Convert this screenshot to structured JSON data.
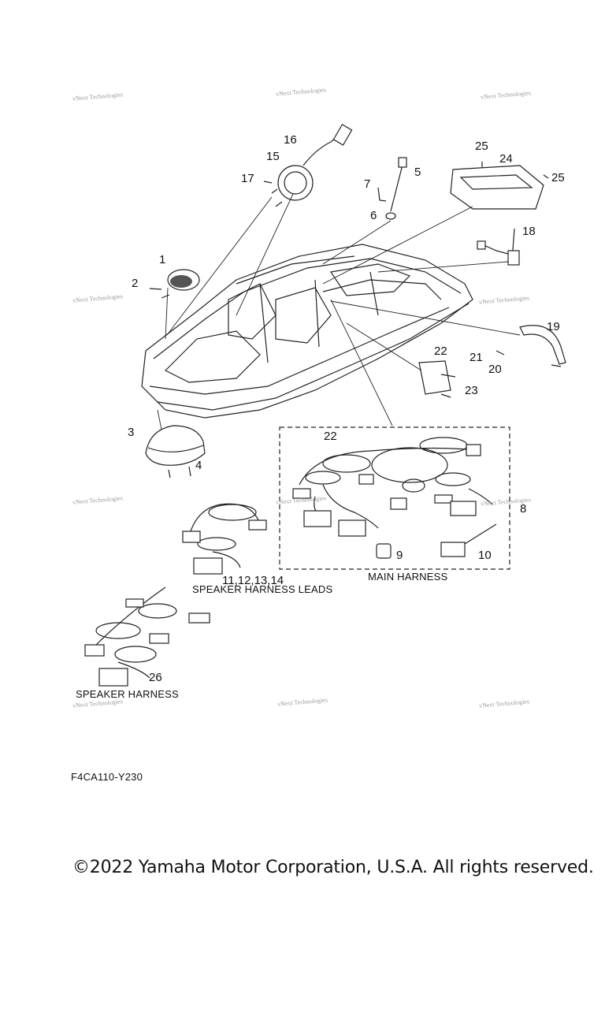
{
  "watermark": "vNext Technologies",
  "callouts": {
    "c1": "1",
    "c2": "2",
    "c3": "3",
    "c4": "4",
    "c5": "5",
    "c6": "6",
    "c7": "7",
    "c8": "8",
    "c9": "9",
    "c10": "10",
    "c11_14": "11,12,13,14",
    "c15": "15",
    "c16": "16",
    "c17": "17",
    "c18": "18",
    "c19": "19",
    "c20": "20",
    "c21": "21",
    "c22a": "22",
    "c22b": "22",
    "c23": "23",
    "c24": "24",
    "c25a": "25",
    "c25b": "25",
    "c26": "26"
  },
  "captions": {
    "speaker_harness_leads": "SPEAKER HARNESS LEADS",
    "main_harness": "MAIN HARNESS",
    "speaker_harness": "SPEAKER HARNESS"
  },
  "diagram_code": "F4CA110-Y230",
  "copyright": "©2022 Yamaha Motor Corporation, U.S.A. All rights reserved."
}
